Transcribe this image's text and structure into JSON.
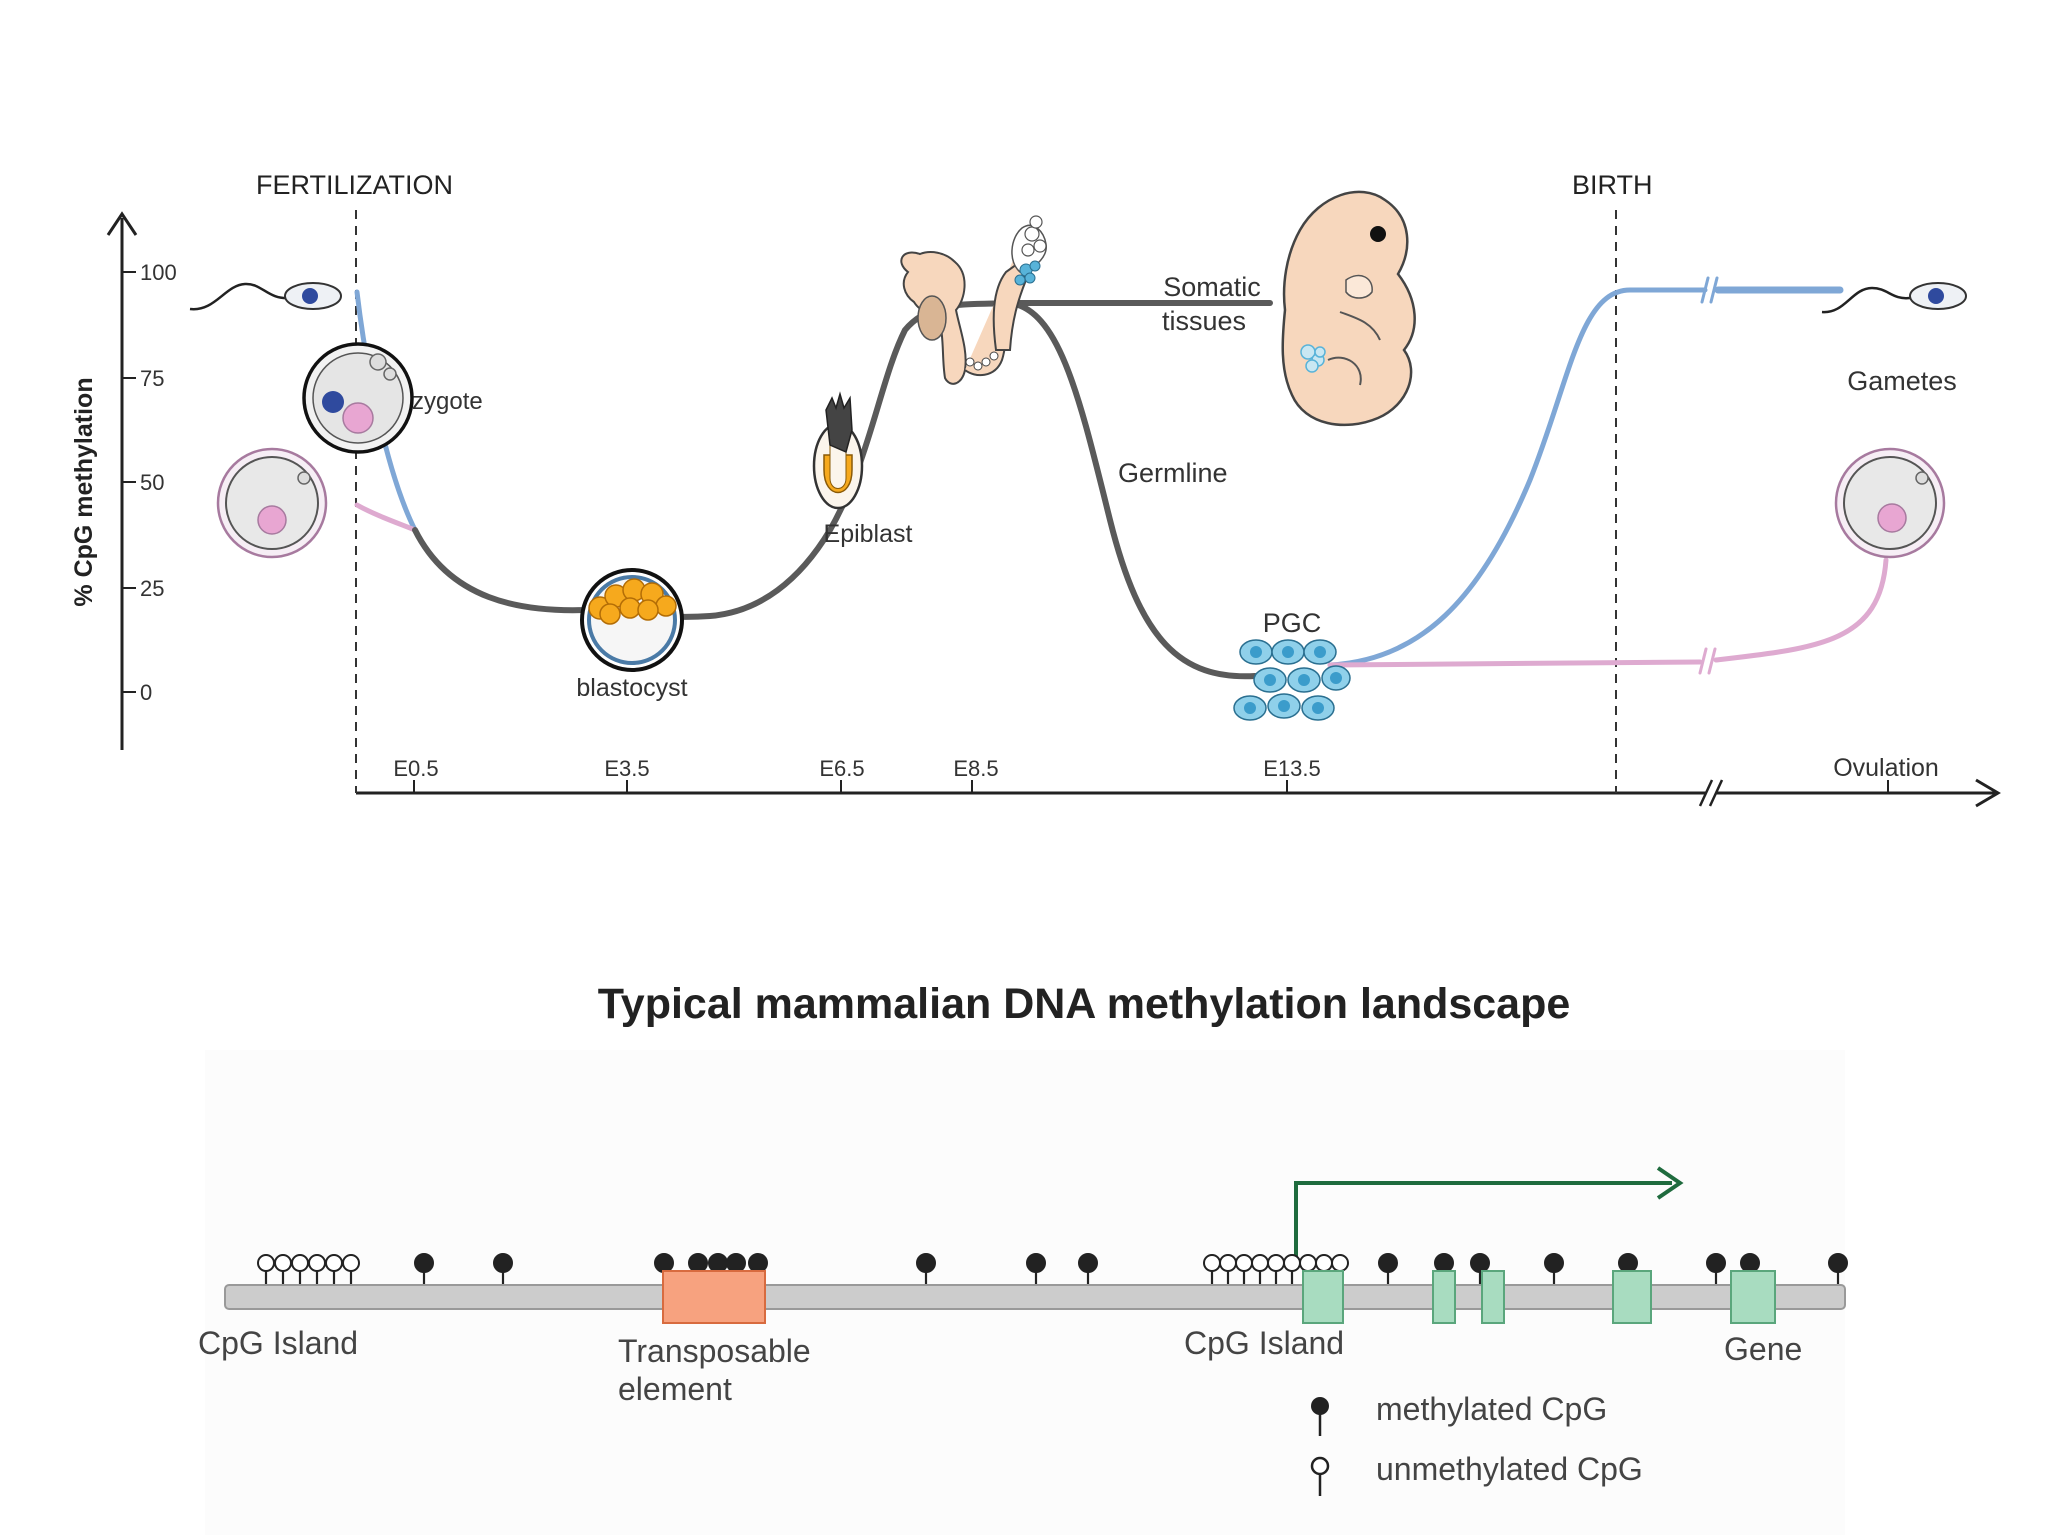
{
  "top_diagram": {
    "events": {
      "fertilization": "FERTILIZATION",
      "birth": "BIRTH"
    },
    "y_axis": {
      "label": "% CpG methylation",
      "ticks": [
        "100",
        "75",
        "50",
        "25",
        "0"
      ]
    },
    "x_axis": {
      "ticks": [
        "E0.5",
        "E3.5",
        "E6.5",
        "E8.5",
        "E13.5",
        "Ovulation"
      ]
    },
    "stage_labels": {
      "zygote": "zygote",
      "blastocyst": "blastocyst",
      "epiblast": "Epiblast",
      "somatic_line1": "Somatic",
      "somatic_line2": "tissues",
      "germline": "Germline",
      "pgc": "PGC",
      "gametes": "Gametes"
    },
    "colors": {
      "paternal": "#7fa7d6",
      "maternal": "#deaad0",
      "embryo": "#5a5a5a",
      "embryo_skin": "#f7d7bd",
      "pgc_cell": "#58b3d9",
      "nucleus_blue": "#2f4a9e",
      "nucleus_pink": "#e8a6d2"
    }
  },
  "landscape": {
    "title": "Typical mammalian DNA methylation landscape",
    "labels": {
      "cpg_island_left": "CpG Island",
      "transposable_line1": "Transposable",
      "transposable_line2": "element",
      "cpg_island_right": "CpG Island",
      "gene": "Gene"
    },
    "legend": {
      "methylated": "methylated CpG",
      "unmethylated": "unmethylated CpG"
    },
    "colors": {
      "transposable": "#f7a27f",
      "exon": "#a8dcc0",
      "arrow": "#1f6b3e",
      "chromosome": "#cccccc"
    }
  }
}
